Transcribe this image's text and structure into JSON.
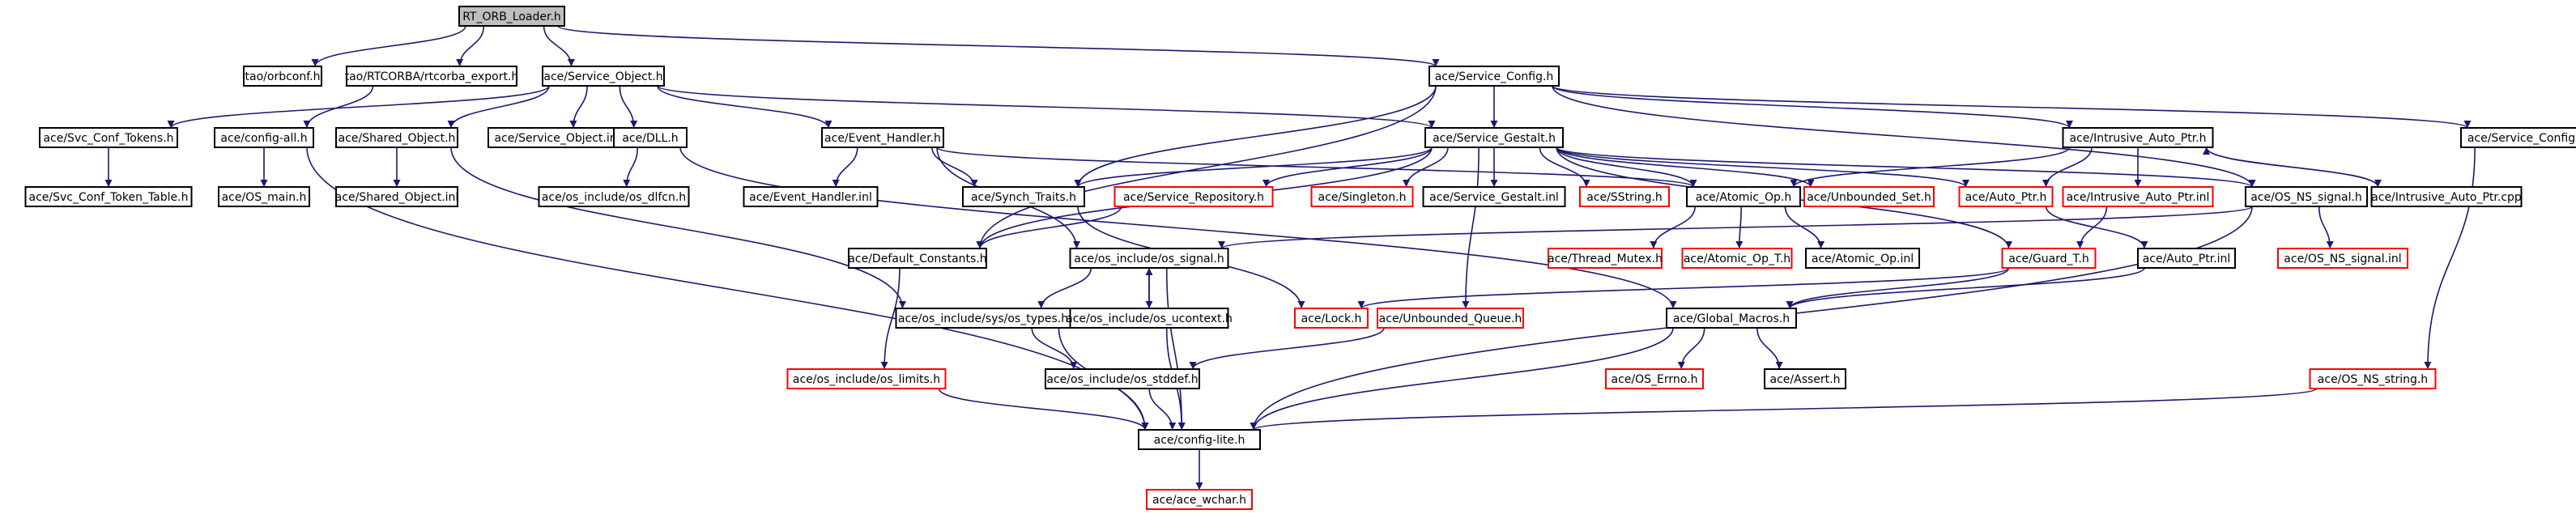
{
  "diagram": {
    "nodes": [
      {
        "id": "rt_orb_loader",
        "label": "RT_ORB_Loader.h",
        "style": "root"
      },
      {
        "id": "orbconf",
        "label": "tao/orbconf.h",
        "style": "normal"
      },
      {
        "id": "rtcorba_export",
        "label": "tao/RTCORBA/rtcorba_export.h",
        "style": "normal"
      },
      {
        "id": "service_object",
        "label": "ace/Service_Object.h",
        "style": "normal"
      },
      {
        "id": "service_config",
        "label": "ace/Service_Config.h",
        "style": "normal"
      },
      {
        "id": "svc_conf_tokens",
        "label": "ace/Svc_Conf_Tokens.h",
        "style": "normal"
      },
      {
        "id": "config_all",
        "label": "ace/config-all.h",
        "style": "normal"
      },
      {
        "id": "shared_object",
        "label": "ace/Shared_Object.h",
        "style": "normal"
      },
      {
        "id": "service_object_inl",
        "label": "ace/Service_Object.inl",
        "style": "normal"
      },
      {
        "id": "dll",
        "label": "ace/DLL.h",
        "style": "normal"
      },
      {
        "id": "event_handler",
        "label": "ace/Event_Handler.h",
        "style": "normal"
      },
      {
        "id": "service_gestalt",
        "label": "ace/Service_Gestalt.h",
        "style": "normal"
      },
      {
        "id": "intrusive_auto_ptr",
        "label": "ace/Intrusive_Auto_Ptr.h",
        "style": "normal"
      },
      {
        "id": "service_config_inl",
        "label": "ace/Service_Config.inl",
        "style": "normal"
      },
      {
        "id": "svc_conf_token_table",
        "label": "ace/Svc_Conf_Token_Table.h",
        "style": "normal"
      },
      {
        "id": "os_main",
        "label": "ace/OS_main.h",
        "style": "normal"
      },
      {
        "id": "shared_object_inl",
        "label": "ace/Shared_Object.inl",
        "style": "normal"
      },
      {
        "id": "os_dlfcn",
        "label": "ace/os_include/os_dlfcn.h",
        "style": "normal"
      },
      {
        "id": "event_handler_inl",
        "label": "ace/Event_Handler.inl",
        "style": "normal"
      },
      {
        "id": "synch_traits",
        "label": "ace/Synch_Traits.h",
        "style": "normal"
      },
      {
        "id": "service_repository",
        "label": "ace/Service_Repository.h",
        "style": "red"
      },
      {
        "id": "singleton",
        "label": "ace/Singleton.h",
        "style": "red"
      },
      {
        "id": "service_gestalt_inl",
        "label": "ace/Service_Gestalt.inl",
        "style": "normal"
      },
      {
        "id": "sstring",
        "label": "ace/SString.h",
        "style": "red"
      },
      {
        "id": "atomic_op",
        "label": "ace/Atomic_Op.h",
        "style": "normal"
      },
      {
        "id": "unbounded_set",
        "label": "ace/Unbounded_Set.h",
        "style": "red"
      },
      {
        "id": "auto_ptr",
        "label": "ace/Auto_Ptr.h",
        "style": "red"
      },
      {
        "id": "intrusive_auto_ptr_inl",
        "label": "ace/Intrusive_Auto_Ptr.inl",
        "style": "red"
      },
      {
        "id": "os_ns_signal",
        "label": "ace/OS_NS_signal.h",
        "style": "normal"
      },
      {
        "id": "intrusive_auto_ptr_cpp",
        "label": "ace/Intrusive_Auto_Ptr.cpp",
        "style": "normal"
      },
      {
        "id": "default_constants",
        "label": "ace/Default_Constants.h",
        "style": "normal"
      },
      {
        "id": "os_signal",
        "label": "ace/os_include/os_signal.h",
        "style": "normal"
      },
      {
        "id": "thread_mutex",
        "label": "ace/Thread_Mutex.h",
        "style": "red"
      },
      {
        "id": "atomic_op_t",
        "label": "ace/Atomic_Op_T.h",
        "style": "red"
      },
      {
        "id": "atomic_op_inl",
        "label": "ace/Atomic_Op.inl",
        "style": "normal"
      },
      {
        "id": "guard_t",
        "label": "ace/Guard_T.h",
        "style": "red"
      },
      {
        "id": "auto_ptr_inl",
        "label": "ace/Auto_Ptr.inl",
        "style": "normal"
      },
      {
        "id": "os_ns_signal_inl",
        "label": "ace/OS_NS_signal.inl",
        "style": "red"
      },
      {
        "id": "os_types",
        "label": "ace/os_include/sys/os_types.h",
        "style": "normal"
      },
      {
        "id": "os_ucontext",
        "label": "ace/os_include/os_ucontext.h",
        "style": "normal"
      },
      {
        "id": "lock",
        "label": "ace/Lock.h",
        "style": "red"
      },
      {
        "id": "unbounded_queue",
        "label": "ace/Unbounded_Queue.h",
        "style": "red"
      },
      {
        "id": "global_macros",
        "label": "ace/Global_Macros.h",
        "style": "normal"
      },
      {
        "id": "os_limits",
        "label": "ace/os_include/os_limits.h",
        "style": "red"
      },
      {
        "id": "os_stddef",
        "label": "ace/os_include/os_stddef.h",
        "style": "normal"
      },
      {
        "id": "os_errno",
        "label": "ace/OS_Errno.h",
        "style": "red"
      },
      {
        "id": "assert",
        "label": "ace/Assert.h",
        "style": "normal"
      },
      {
        "id": "os_ns_string",
        "label": "ace/OS_NS_string.h",
        "style": "red"
      },
      {
        "id": "config_lite",
        "label": "ace/config-lite.h",
        "style": "normal"
      },
      {
        "id": "ace_wchar",
        "label": "ace/ace_wchar.h",
        "style": "red"
      }
    ],
    "edges": [
      [
        "rt_orb_loader",
        "orbconf"
      ],
      [
        "rt_orb_loader",
        "rtcorba_export"
      ],
      [
        "rt_orb_loader",
        "service_object"
      ],
      [
        "rt_orb_loader",
        "service_config"
      ],
      [
        "rtcorba_export",
        "config_all"
      ],
      [
        "service_object",
        "svc_conf_tokens"
      ],
      [
        "service_object",
        "shared_object"
      ],
      [
        "service_object",
        "service_object_inl"
      ],
      [
        "service_object",
        "dll"
      ],
      [
        "service_object",
        "event_handler"
      ],
      [
        "service_object",
        "service_gestalt"
      ],
      [
        "service_config",
        "service_gestalt"
      ],
      [
        "service_config",
        "intrusive_auto_ptr"
      ],
      [
        "service_config",
        "service_config_inl"
      ],
      [
        "service_config",
        "synch_traits"
      ],
      [
        "service_config",
        "default_constants"
      ],
      [
        "service_config",
        "os_ns_signal"
      ],
      [
        "svc_conf_tokens",
        "svc_conf_token_table"
      ],
      [
        "config_all",
        "os_main"
      ],
      [
        "config_all",
        "config_lite"
      ],
      [
        "shared_object",
        "shared_object_inl"
      ],
      [
        "shared_object",
        "os_types"
      ],
      [
        "dll",
        "os_dlfcn"
      ],
      [
        "dll",
        "global_macros"
      ],
      [
        "event_handler",
        "event_handler_inl"
      ],
      [
        "event_handler",
        "synch_traits"
      ],
      [
        "event_handler",
        "atomic_op"
      ],
      [
        "event_handler",
        "os_signal"
      ],
      [
        "service_gestalt",
        "synch_traits"
      ],
      [
        "service_gestalt",
        "service_repository"
      ],
      [
        "service_gestalt",
        "singleton"
      ],
      [
        "service_gestalt",
        "service_gestalt_inl"
      ],
      [
        "service_gestalt",
        "sstring"
      ],
      [
        "service_gestalt",
        "atomic_op"
      ],
      [
        "service_gestalt",
        "unbounded_set"
      ],
      [
        "service_gestalt",
        "auto_ptr"
      ],
      [
        "service_gestalt",
        "default_constants"
      ],
      [
        "service_gestalt",
        "unbounded_queue"
      ],
      [
        "service_gestalt",
        "guard_t"
      ],
      [
        "service_gestalt",
        "os_ns_signal"
      ],
      [
        "intrusive_auto_ptr",
        "atomic_op"
      ],
      [
        "intrusive_auto_ptr",
        "auto_ptr"
      ],
      [
        "intrusive_auto_ptr",
        "intrusive_auto_ptr_inl"
      ],
      [
        "intrusive_auto_ptr",
        "intrusive_auto_ptr_cpp"
      ],
      [
        "intrusive_auto_ptr_cpp",
        "intrusive_auto_ptr"
      ],
      [
        "service_config_inl",
        "os_ns_string"
      ],
      [
        "synch_traits",
        "lock"
      ],
      [
        "service_repository",
        "default_constants"
      ],
      [
        "atomic_op",
        "thread_mutex"
      ],
      [
        "atomic_op",
        "atomic_op_t"
      ],
      [
        "atomic_op",
        "atomic_op_inl"
      ],
      [
        "auto_ptr",
        "auto_ptr_inl"
      ],
      [
        "intrusive_auto_ptr_inl",
        "guard_t"
      ],
      [
        "os_ns_signal",
        "os_signal"
      ],
      [
        "os_ns_signal",
        "os_ns_signal_inl"
      ],
      [
        "os_ns_signal",
        "config_lite"
      ],
      [
        "default_constants",
        "os_limits"
      ],
      [
        "os_signal",
        "os_types"
      ],
      [
        "os_signal",
        "os_ucontext"
      ],
      [
        "os_signal",
        "config_lite"
      ],
      [
        "os_ucontext",
        "os_signal"
      ],
      [
        "os_ucontext",
        "config_lite"
      ],
      [
        "guard_t",
        "lock"
      ],
      [
        "guard_t",
        "global_macros"
      ],
      [
        "auto_ptr_inl",
        "global_macros"
      ],
      [
        "os_types",
        "os_stddef"
      ],
      [
        "os_types",
        "config_lite"
      ],
      [
        "unbounded_queue",
        "os_stddef"
      ],
      [
        "global_macros",
        "os_errno"
      ],
      [
        "global_macros",
        "assert"
      ],
      [
        "global_macros",
        "config_lite"
      ],
      [
        "os_limits",
        "config_lite"
      ],
      [
        "os_stddef",
        "config_lite"
      ],
      [
        "os_ns_string",
        "config_lite"
      ],
      [
        "config_lite",
        "ace_wchar"
      ]
    ]
  }
}
